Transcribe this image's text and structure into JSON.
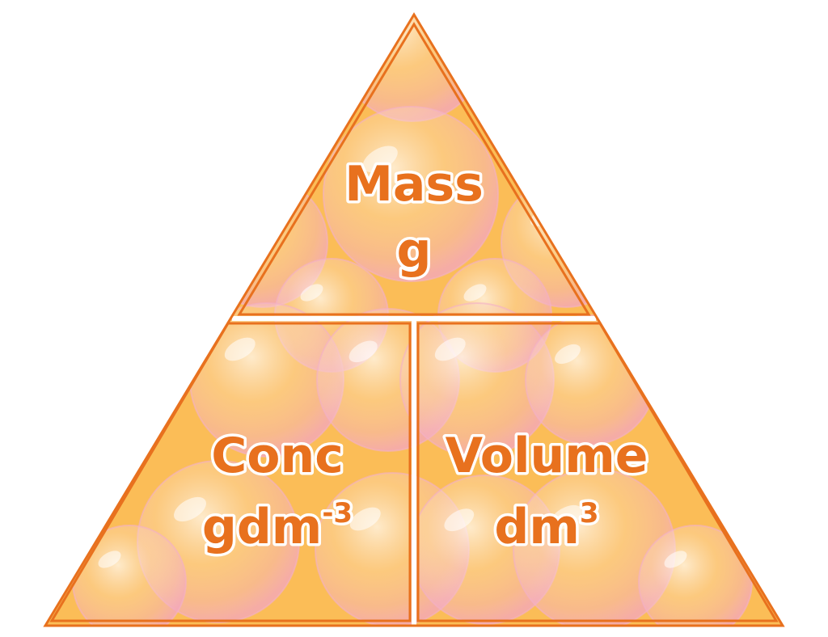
{
  "colors": {
    "fill": "#fbbd57",
    "outline": "#e8711e",
    "divider": "#ffffff",
    "label": "#e8711e",
    "bubble_tint": "#f7c8d8"
  },
  "background_pattern": "pink-bubbles",
  "triangle": {
    "top": {
      "quantity": "Mass",
      "unit": "g"
    },
    "bottom_left": {
      "quantity": "Conc",
      "unit": "gdm",
      "unit_superscript": "-3"
    },
    "bottom_right": {
      "quantity": "Volume",
      "unit": "dm",
      "unit_superscript": "3"
    }
  }
}
